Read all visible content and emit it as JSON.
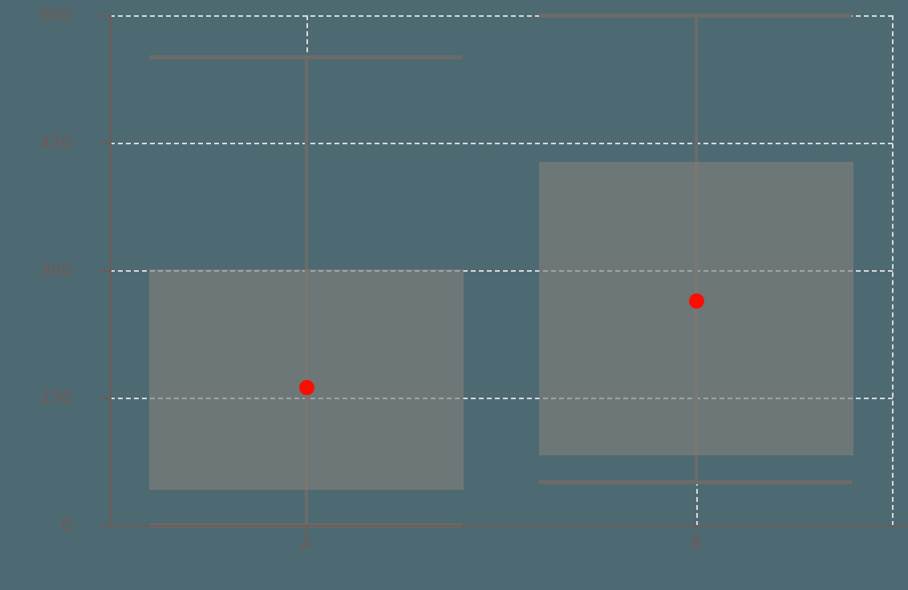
{
  "chart_data": {
    "type": "box",
    "title": "",
    "xlabel": "",
    "ylabel": "",
    "categories": [
      "A",
      "B"
    ],
    "ylim": [
      0,
      600
    ],
    "yticks": [
      0,
      150,
      300,
      450,
      600
    ],
    "ytick_labels": [
      "0",
      "150",
      "300",
      "450",
      "600"
    ],
    "xtick_labels": [
      "A",
      "B"
    ],
    "grid": true,
    "grid_style": "dashed",
    "legend": null,
    "colors": {
      "background": "#4d6a72",
      "box_fill": "#82807c",
      "box_line": "#6b6b68",
      "whisker": "#6b6b68",
      "grid": "#d8dcdc",
      "axis_text": "#6f5a56",
      "mean_marker": "#fc0d00"
    },
    "boxes": [
      {
        "label": "A",
        "whisker_low": 0,
        "q1": 42,
        "median": 162,
        "q3": 301,
        "whisker_high": 551,
        "mean": 162
      },
      {
        "label": "B",
        "whisker_low": 51,
        "q1": 82,
        "median": 264,
        "q3": 427,
        "whisker_high": 600,
        "mean": 264
      }
    ]
  }
}
